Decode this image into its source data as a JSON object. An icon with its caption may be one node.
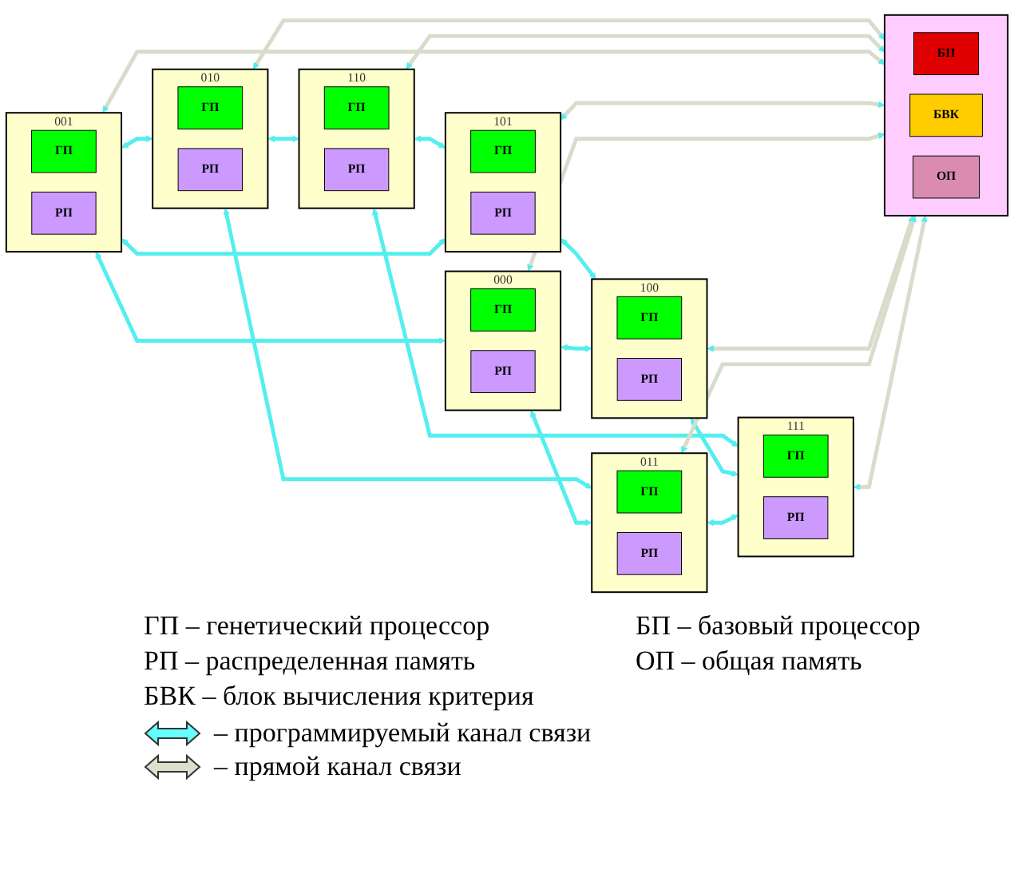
{
  "diagram": {
    "nodes": [
      {
        "text": [
          "010"
        ]
      },
      {
        "text": [
          "ГП"
        ],
        "in": 0
      },
      {
        "text": [
          "РП"
        ],
        "in": 0
      },
      {
        "text": [
          "110"
        ]
      },
      {
        "text": [
          "ГП"
        ],
        "in": 3
      },
      {
        "text": [
          "РП"
        ],
        "in": 3
      },
      {
        "text": [
          "001"
        ]
      },
      {
        "text": [
          "ГП"
        ],
        "in": 6
      },
      {
        "text": [
          "РП"
        ],
        "in": 6
      },
      {
        "text": [
          "101"
        ]
      },
      {
        "text": [
          "ГП"
        ],
        "in": 9
      },
      {
        "text": [
          "РП"
        ],
        "in": 9
      },
      {
        "text": [],
        "shape": "box"
      },
      {
        "text": [
          "БП"
        ],
        "in": 12
      },
      {
        "text": [
          "БВК"
        ],
        "in": 12
      },
      {
        "text": [
          "ОП"
        ],
        "in": 12
      },
      {
        "text": [
          "000"
        ]
      },
      {
        "text": [
          "ГП"
        ],
        "in": 16
      },
      {
        "text": [
          "РП"
        ],
        "in": 16
      },
      {
        "text": [
          "100"
        ]
      },
      {
        "text": [
          "ГП"
        ],
        "in": 19
      },
      {
        "text": [
          "РП"
        ],
        "in": 19
      },
      {
        "text": [
          "011"
        ]
      },
      {
        "text": [
          "ГП"
        ],
        "in": 22
      },
      {
        "text": [
          "РП"
        ],
        "in": 22
      },
      {
        "text": [
          "111"
        ]
      },
      {
        "text": [
          "ГП"
        ],
        "in": 25
      },
      {
        "text": [
          "РП"
        ],
        "in": 25
      }
    ],
    "edges": [
      {
        "from": 0,
        "to": 3,
        "arrow": "both"
      },
      {
        "from": 6,
        "to": 0,
        "arrow": "both"
      },
      {
        "from": 3,
        "to": 9,
        "arrow": "both"
      },
      {
        "from": 6,
        "to": 9,
        "arrow": "both"
      },
      {
        "from": 6,
        "to": 16,
        "arrow": "both"
      },
      {
        "from": 9,
        "to": 19,
        "arrow": "both"
      },
      {
        "from": 0,
        "to": 22,
        "arrow": "both"
      },
      {
        "from": 3,
        "to": 25,
        "arrow": "both"
      },
      {
        "from": 16,
        "to": 19,
        "arrow": "both"
      },
      {
        "from": 16,
        "to": 22,
        "arrow": "both"
      },
      {
        "from": 19,
        "to": 25,
        "arrow": "both"
      },
      {
        "from": 22,
        "to": 25,
        "arrow": "both"
      },
      {
        "from": 0,
        "to": 12,
        "arrow": "both",
        "color": "#d8dccb"
      },
      {
        "from": 3,
        "to": 12,
        "arrow": "both",
        "color": "#d8dccb"
      },
      {
        "from": 6,
        "to": 12,
        "arrow": "both",
        "color": "#d8dccb"
      },
      {
        "from": 9,
        "to": 12,
        "arrow": "both",
        "color": "#d8dccb"
      },
      {
        "from": 16,
        "to": 12,
        "arrow": "both",
        "color": "#d8dccb"
      },
      {
        "from": 19,
        "to": 12,
        "arrow": "both",
        "color": "#d8dccb"
      },
      {
        "from": 22,
        "to": 12,
        "arrow": "both",
        "color": "#d8dccb"
      },
      {
        "from": 25,
        "to": 12,
        "arrow": "both",
        "color": "#d8dccb"
      }
    ],
    "labels": [
      "ГП – генетический процессор",
      "БП – базовый процессор",
      "РП – распределенная память",
      "ОП – общая память",
      "БВК – блок вычисления критерия"
    ],
    "legend": [
      {
        "text": "– программируемый канал связи"
      },
      {
        "text": "– прямой канал связи"
      }
    ]
  }
}
